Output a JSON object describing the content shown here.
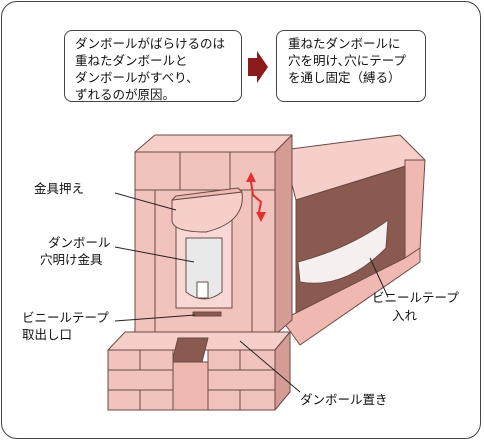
{
  "cause_box": {
    "text": "ダンボールがばらけるのは\n重ねたダンボールと\nダンボールがすべり、\nずれるのが原因。"
  },
  "solution_box": {
    "text": "重ねたダンボールに\n穴を明け､穴にテープ\nを通し固定（縛る）"
  },
  "labels": {
    "presser": "金具押え",
    "punch_line1": "ダンボール",
    "punch_line2": "穴明け金具",
    "tape_outlet_line1": "ビニールテープ",
    "tape_outlet_line2": "取出し口",
    "tape_line1": "ビニールテープ",
    "tape_line2": "入れ",
    "stand": "ダンボール置き"
  },
  "colors": {
    "wood_light": "#f6cfca",
    "wood_mid": "#efb9b2",
    "wood_dark": "#d49c94",
    "wood_shadow": "#8a5a50",
    "arrow": "#8b1a1a",
    "motion_arrow": "#e03030"
  },
  "icons": {
    "flow_arrow": "arrow-right-icon",
    "motion": "up-down-arrow-icon"
  }
}
